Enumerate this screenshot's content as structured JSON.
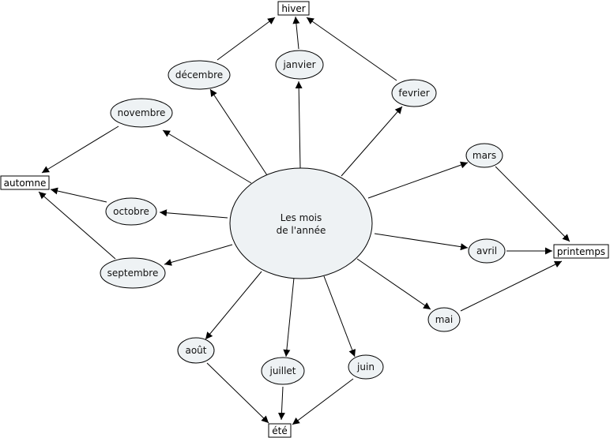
{
  "center": {
    "line1": "Les mois",
    "line2": "de l'année"
  },
  "seasons": {
    "hiver": "hiver",
    "automne": "automne",
    "printemps": "printemps",
    "ete": "été"
  },
  "months": {
    "decembre": "décembre",
    "janvier": "janvier",
    "fevrier": "fevrier",
    "novembre": "novembre",
    "octobre": "octobre",
    "septembre": "septembre",
    "mars": "mars",
    "avril": "avril",
    "mai": "mai",
    "aout": "août",
    "juillet": "juillet",
    "juin": "juin"
  },
  "colors": {
    "ellipse_fill": "#eef2f4",
    "stroke": "#000000",
    "box_fill": "#ffffff"
  }
}
